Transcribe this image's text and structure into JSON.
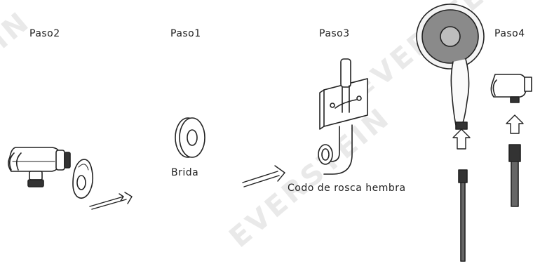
{
  "steps": {
    "step1": "Paso1",
    "step2": "Paso2",
    "step3": "Paso3",
    "step4": "Paso4"
  },
  "parts": {
    "flange": "Brida",
    "elbow": "Codo de rosca hembra"
  },
  "watermark": "EVERSTEIN"
}
